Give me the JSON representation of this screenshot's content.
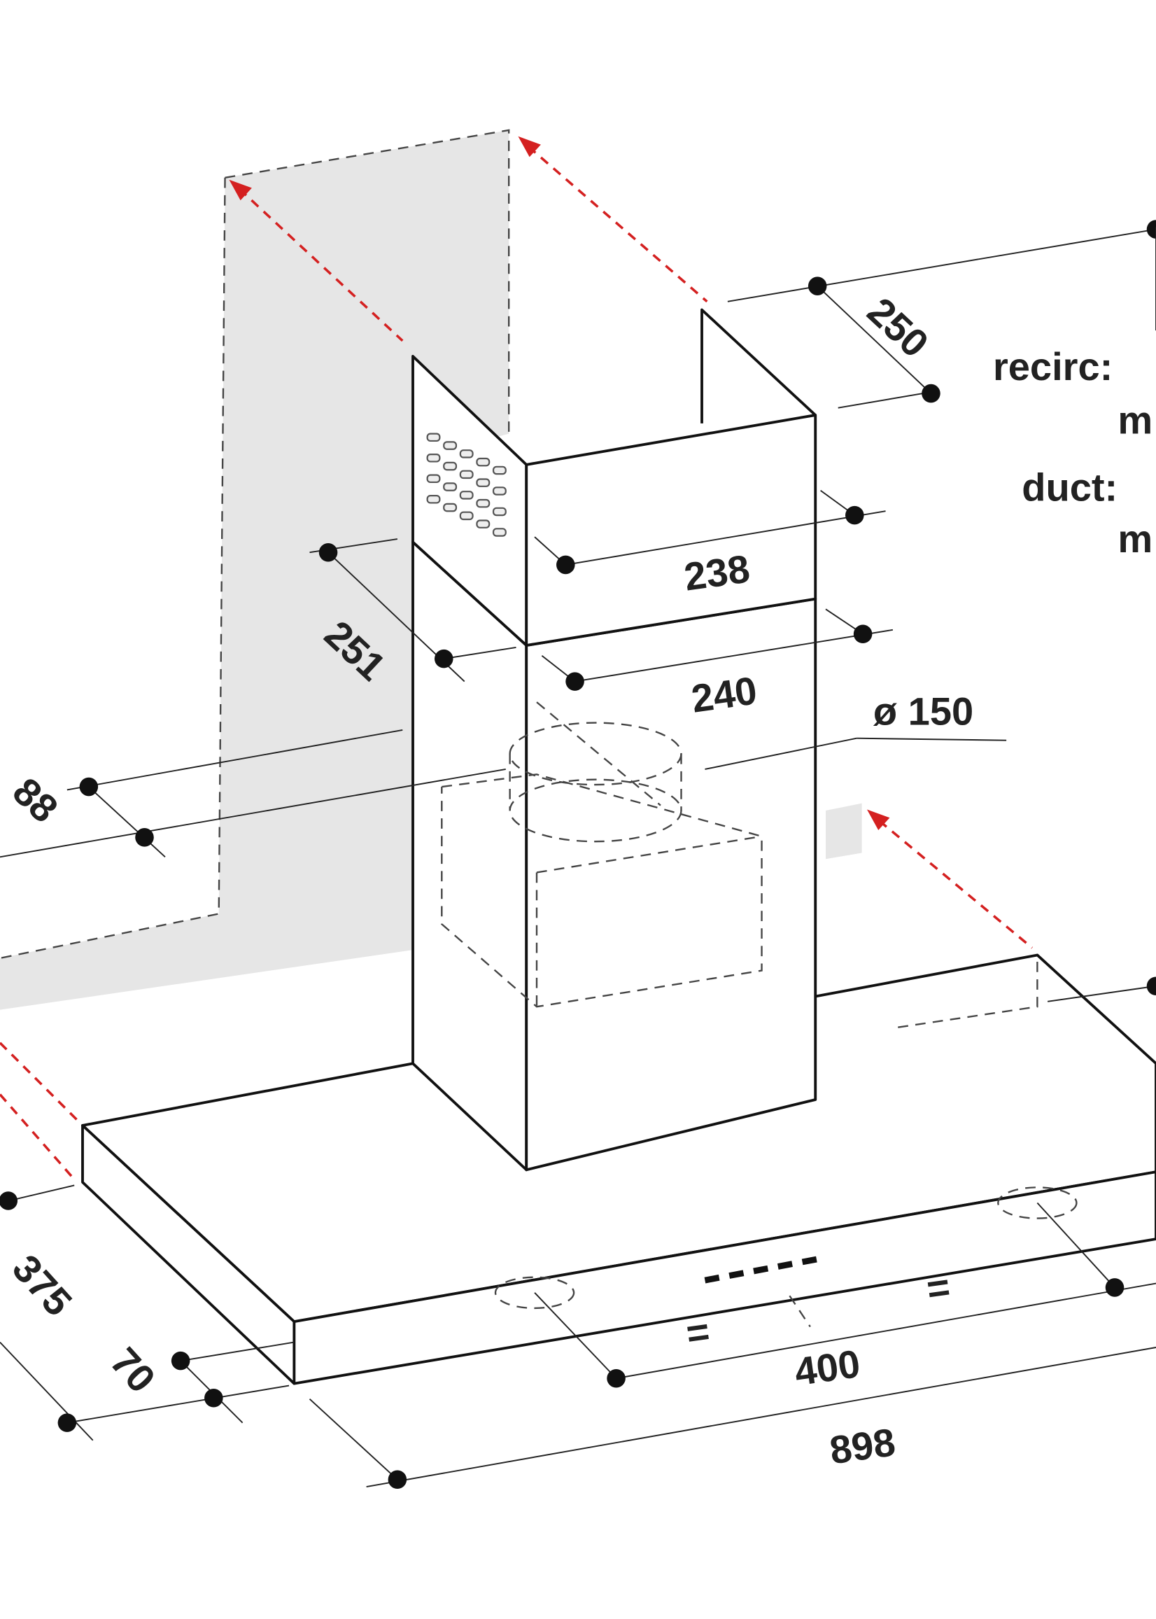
{
  "diagram": {
    "dimensions": {
      "chimney_depth_top": "250",
      "chimney_width_upper": "238",
      "chimney_depth_upper": "251",
      "chimney_width_lower": "240",
      "outlet_diameter": "ø 150",
      "outlet_offset": "88",
      "hood_depth": "375",
      "hood_height": "70",
      "hole_spacing": "400",
      "hood_width": "898",
      "equal_left": "=",
      "equal_right": "="
    },
    "notes": {
      "recirc": "recirc:",
      "recirc_unit": "m",
      "duct": "duct:",
      "duct_unit": "m"
    },
    "colors": {
      "wall": "#e6e6e6",
      "arrow": "#d42020",
      "line": "#111111"
    }
  }
}
